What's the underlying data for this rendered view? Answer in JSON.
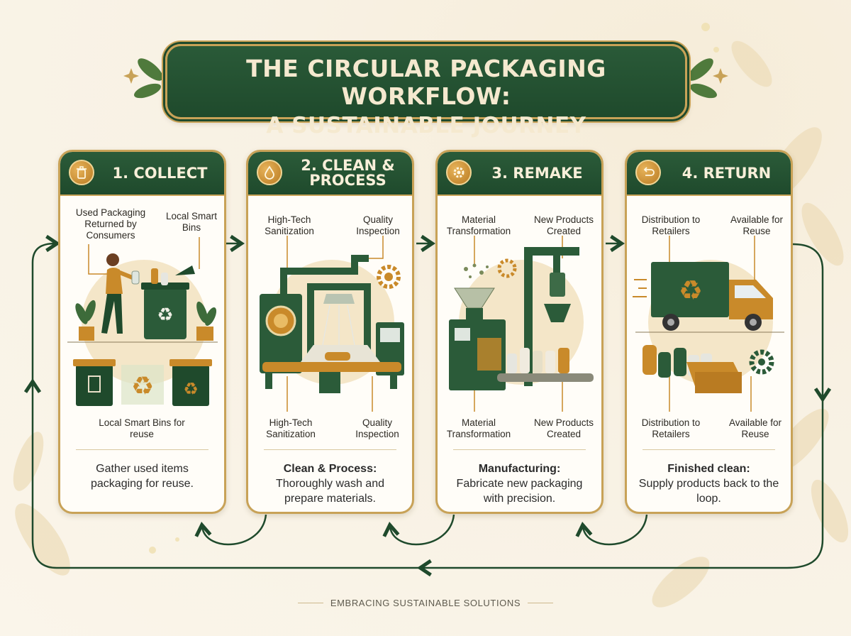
{
  "title": {
    "line1": "THE CIRCULAR PACKAGING WORKFLOW:",
    "line2": "A SUSTAINABLE JOURNEY"
  },
  "steps": [
    {
      "title": "1. COLLECT",
      "icon": "trash-bin-icon",
      "labels": [
        "Used Packaging Returned by Consumers",
        "Local Smart Bins",
        "Local Smart Bins for reuse"
      ],
      "description": [
        "",
        "Gather used items packaging for reuse."
      ]
    },
    {
      "title_line1": "2. CLEAN &",
      "title_line2": "PROCESS",
      "icon": "water-drop-icon",
      "labels": [
        "High-Tech Sanitization",
        "Quality Inspection",
        "High-Tech Sanitization",
        "Quality Inspection"
      ],
      "description": [
        "Clean & Process:",
        "Thoroughly wash and prepare materials."
      ]
    },
    {
      "title": "3. REMAKE",
      "icon": "gear-icon",
      "labels": [
        "Material Transformation",
        "New Products Created",
        "Material Transformation",
        "New Products Created"
      ],
      "description": [
        "Manufacturing:",
        "Fabricate new packaging with precision."
      ]
    },
    {
      "title": "4. RETURN",
      "icon": "return-arrow-icon",
      "labels": [
        "Distribution to Retailers",
        "Available for Reuse",
        "Distribution to Retailers",
        "Available for Reuse"
      ],
      "description": [
        "Finished clean:",
        "Supply products back to the loop."
      ]
    }
  ],
  "footer": "EMBRACING SUSTAINABLE SOLUTIONS",
  "colors": {
    "green": "#1f4a2c",
    "gold": "#c8a257",
    "cream": "#fffdf8",
    "amber": "#c98a2a"
  }
}
